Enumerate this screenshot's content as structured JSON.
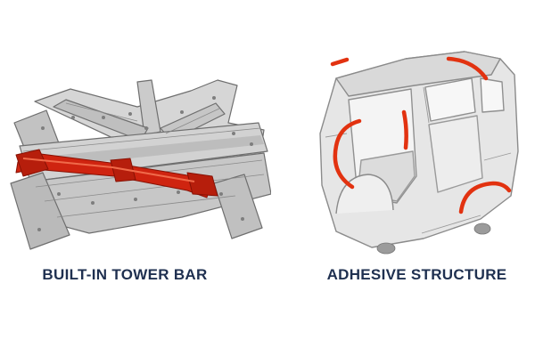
{
  "page": {
    "background": "#ffffff"
  },
  "panels": [
    {
      "id": "tower-bar",
      "label": "BUILT-IN TOWER BAR",
      "illustration": "car-cowl-frame-with-red-tower-bar"
    },
    {
      "id": "adhesive-structure",
      "label": "ADHESIVE STRUCTURE",
      "illustration": "car-body-shell-with-red-adhesive-lines"
    }
  ],
  "colors": {
    "label_text": "#1f3050",
    "highlight_red": "#d92d10",
    "frame_gray": "#cccccc"
  }
}
